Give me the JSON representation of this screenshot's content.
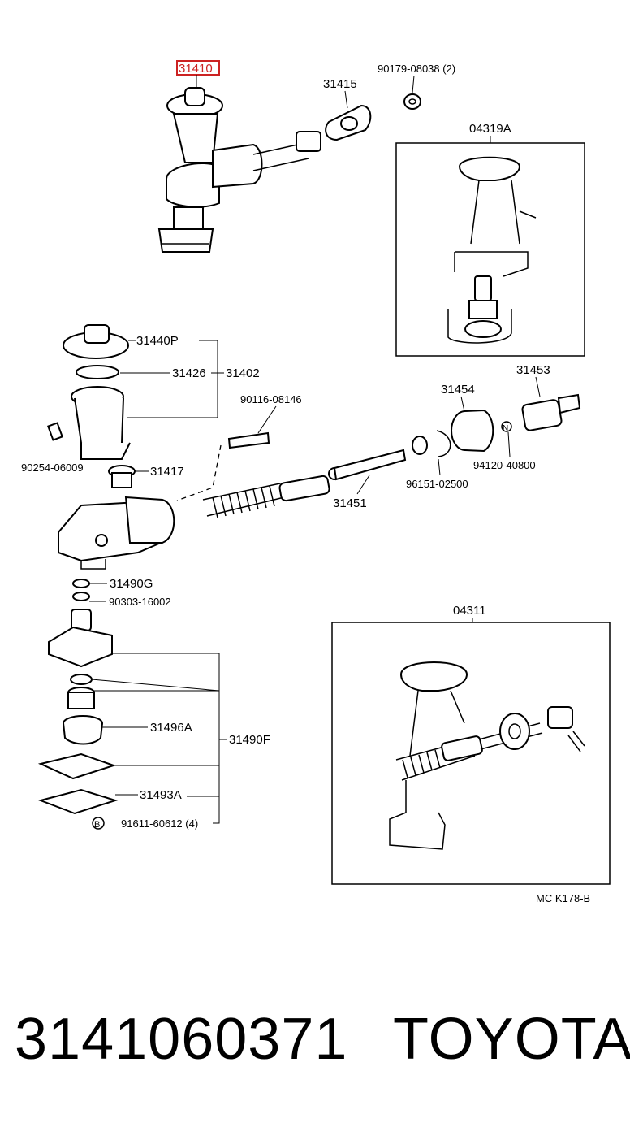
{
  "highlight_color": "#cc2222",
  "labels": {
    "p31410": "31410",
    "p31415": "31415",
    "p90179": "90179-08038 (2)",
    "p04319A": "04319A",
    "p31440P": "31440P",
    "p31426": "31426",
    "p31402": "31402",
    "p90116": "90116-08146",
    "p90254": "90254-06009",
    "p31417": "31417",
    "p31454": "31454",
    "p31453": "31453",
    "p96151": "96151-02500",
    "p94120": "94120-40800",
    "p31451": "31451",
    "p31490G": "31490G",
    "p90303": "90303-16002",
    "p04311": "04311",
    "p31496A": "31496A",
    "p31490F": "31490F",
    "p31493A": "31493A",
    "p91611": "91611-60612 (4)",
    "marker_b": "B",
    "marker_n": "N",
    "ref_code": "MC K178-B"
  },
  "footer": {
    "part_number": "3141060371",
    "brand": "TOYOTA"
  }
}
